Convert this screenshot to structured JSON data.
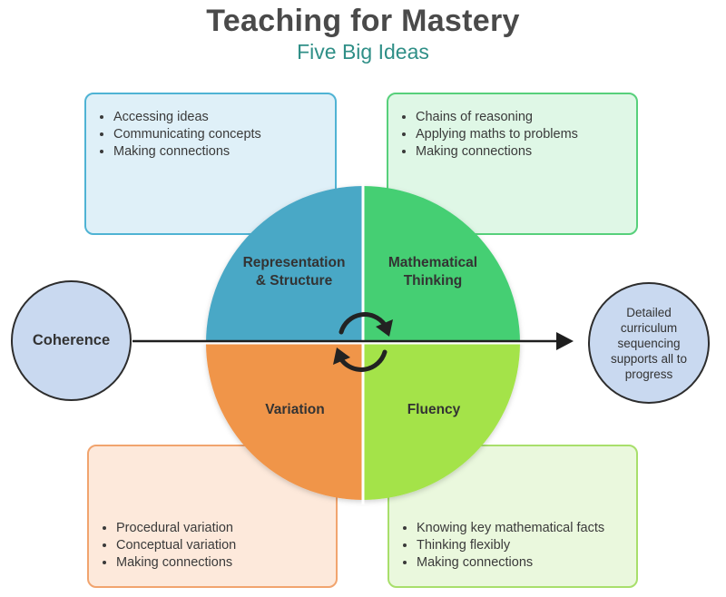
{
  "header": {
    "title": "Teaching for Mastery",
    "subtitle": "Five Big Ideas"
  },
  "quadrants": {
    "representation": {
      "label": "Representation\n& Structure",
      "color": "#4aa8c6"
    },
    "thinking": {
      "label": "Mathematical\nThinking",
      "color": "#45cf73"
    },
    "variation": {
      "label": "Variation",
      "color": "#f0954a"
    },
    "fluency": {
      "label": "Fluency",
      "color": "#a4e34a"
    }
  },
  "boxes": {
    "representation": {
      "items": [
        "Accessing ideas",
        "Communicating concepts",
        "Making connections"
      ]
    },
    "thinking": {
      "items": [
        "Chains of reasoning",
        "Applying maths to problems",
        "Making connections"
      ]
    },
    "variation": {
      "items": [
        "Procedural variation",
        "Conceptual variation",
        "Making connections"
      ]
    },
    "fluency": {
      "items": [
        "Knowing key mathematical facts",
        "Thinking flexibly",
        "Making connections"
      ]
    }
  },
  "coherence": {
    "label": "Coherence"
  },
  "outcome": {
    "label": "Detailed curriculum sequencing supports all to progress"
  },
  "icons": {
    "center": "cycle-arrows-icon",
    "arrow": "arrow-right-icon"
  }
}
